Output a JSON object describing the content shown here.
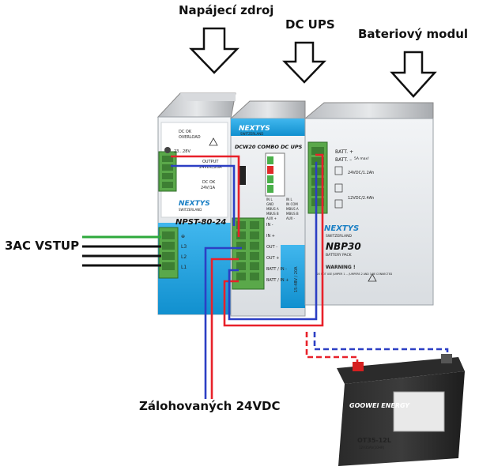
{
  "labels": {
    "power_supply": "Napájecí zdroj",
    "dc_ups": "DC UPS",
    "battery_module": "Bateriový modul",
    "ac_input": "3AC VSTUP",
    "backed_output": "Zálohovaných 24VDC"
  },
  "psu": {
    "brand": "NEXTYS",
    "brand_sub": "SWITZERLAND",
    "model": "NPST-80-24",
    "led_dc_ok": "DC OK",
    "led_overload": "OVERLOAD",
    "adjust": "23...28V",
    "output_title": "OUTPUT",
    "output_rating": "24VDC/20A",
    "dcok_title": "DC OK",
    "dcok_rating": "24V/1A",
    "terminals": [
      "⊕",
      "L3",
      "L2",
      "L1"
    ]
  },
  "ups": {
    "brand": "NEXTYS",
    "brand_sub": "SWITZERLAND",
    "model": "DCW20 COMBO DC UPS",
    "rating": "15-48V / 20A",
    "input_terms": [
      "IN -",
      "IN +",
      "OUT -",
      "OUT +",
      "BATT / IN -",
      "BATT / IN +"
    ],
    "signals": [
      "IN L",
      "GND",
      "MBUS A",
      "MBUS B",
      "AUX +",
      "IN L",
      "IN COM",
      "MBUS A",
      "MBUS B",
      "AUX -"
    ]
  },
  "battery_pack": {
    "brand": "NEXTYS",
    "brand_sub": "SWITZERLAND",
    "model": "NBP30",
    "subtitle": "BATTERY PACK",
    "batt_plus": "BATT. +",
    "batt_minus": "BATT. –",
    "max": "5A max!",
    "opt1": "24VDC/1.2Ah",
    "opt2": "12VDC/2.4Ah",
    "warning_title": "WARNING !",
    "warning_text": "DO NOT USE JUMPER 1 ... JUMPERS 2 AND 3 BE CONNECTED"
  },
  "battery": {
    "brand": "GOOWEI ENERGY",
    "model": "OT35-12L",
    "spec": "12V35Ah(10HR)"
  },
  "colors": {
    "wire_red": "#e8212a",
    "wire_blue": "#2c3fc4",
    "wire_green": "#2eaa3c",
    "wire_black": "#111111",
    "terminal_green": "#5aa84a",
    "front_blue": "#1aa3e0"
  }
}
